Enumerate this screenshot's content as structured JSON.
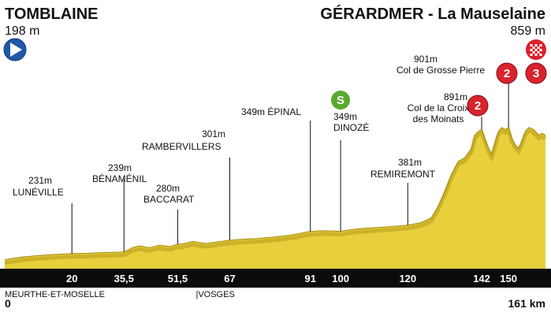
{
  "header": {
    "start_name": "TOMBLAINE",
    "start_alt": "198 m",
    "finish_name": "GÉRARDMER - La Mauselaine",
    "finish_alt": "859 m"
  },
  "colors": {
    "profile_fill": "#e8cf3c",
    "profile_dark": "#b59a17",
    "bar": "#0b0b0b",
    "start_badge": "#1f58a8",
    "climb_badge": "#d9232d",
    "sprint_badge": "#58a92d"
  },
  "icons": {
    "start": "play-icon",
    "finish": "checkered-flag-icon",
    "sprint": "sprint-s-icon",
    "climb": "climb-category-icon"
  },
  "chart_data": {
    "type": "area",
    "title": "",
    "xlabel": "",
    "ylabel": "",
    "unit": "km",
    "xlim": [
      0,
      161
    ],
    "ylim": [
      150,
      950
    ],
    "profile": [
      [
        0,
        198
      ],
      [
        5,
        212
      ],
      [
        10,
        220
      ],
      [
        15,
        226
      ],
      [
        20,
        231
      ],
      [
        25,
        232
      ],
      [
        30,
        236
      ],
      [
        35.5,
        239
      ],
      [
        38,
        262
      ],
      [
        40,
        272
      ],
      [
        43,
        262
      ],
      [
        46,
        275
      ],
      [
        49,
        268
      ],
      [
        51.5,
        280
      ],
      [
        53,
        282
      ],
      [
        56,
        295
      ],
      [
        60,
        284
      ],
      [
        63,
        292
      ],
      [
        67,
        301
      ],
      [
        70,
        306
      ],
      [
        75,
        310
      ],
      [
        80,
        318
      ],
      [
        85,
        328
      ],
      [
        88,
        338
      ],
      [
        91,
        349
      ],
      [
        95,
        352
      ],
      [
        100,
        349
      ],
      [
        105,
        362
      ],
      [
        110,
        368
      ],
      [
        115,
        374
      ],
      [
        120,
        381
      ],
      [
        124,
        395
      ],
      [
        127,
        420
      ],
      [
        129,
        480
      ],
      [
        131,
        560
      ],
      [
        133,
        650
      ],
      [
        135,
        720
      ],
      [
        137,
        740
      ],
      [
        139,
        790
      ],
      [
        140,
        860
      ],
      [
        141,
        880
      ],
      [
        142,
        891
      ],
      [
        143,
        840
      ],
      [
        144,
        790
      ],
      [
        145,
        760
      ],
      [
        146,
        820
      ],
      [
        147,
        880
      ],
      [
        148,
        900
      ],
      [
        149,
        890
      ],
      [
        150,
        901
      ],
      [
        151,
        840
      ],
      [
        152,
        810
      ],
      [
        153,
        790
      ],
      [
        154,
        830
      ],
      [
        155,
        880
      ],
      [
        156,
        900
      ],
      [
        157,
        895
      ],
      [
        158,
        880
      ],
      [
        159,
        860
      ],
      [
        160,
        870
      ],
      [
        161,
        859
      ]
    ],
    "km_marks": [
      20,
      35.5,
      51.5,
      67,
      91,
      100,
      120,
      142,
      150
    ],
    "km_labels": [
      "20",
      "35,5",
      "51,5",
      "67",
      "91",
      "100",
      "120",
      "142",
      "150"
    ],
    "waypoints": [
      {
        "km": 20,
        "alt": 231,
        "name": "LUNÉVILLE",
        "alt_label": "231m"
      },
      {
        "km": 35.5,
        "alt": 239,
        "name": "BÉNAMÉNIL",
        "alt_label": "239m"
      },
      {
        "km": 51.5,
        "alt": 280,
        "name": "BACCARAT",
        "alt_label": "280m"
      },
      {
        "km": 67,
        "alt": 301,
        "name": "RAMBERVILLERS",
        "alt_label": "301m"
      },
      {
        "km": 91,
        "alt": 349,
        "name": "ÉPINAL",
        "alt_label": "349m"
      },
      {
        "km": 100,
        "alt": 349,
        "name": "DINOZÉ",
        "alt_label": "349m"
      },
      {
        "km": 120,
        "alt": 381,
        "name": "REMIREMONT",
        "alt_label": "381m"
      },
      {
        "km": 142,
        "alt": 891,
        "name_lines": [
          "Col de la Croix",
          "des Moinats"
        ],
        "alt_label": "891m"
      },
      {
        "km": 150,
        "alt": 901,
        "name_lines": [
          "Col de Grosse Pierre"
        ],
        "alt_label": "901m"
      }
    ],
    "badges": [
      {
        "type": "sprint",
        "km": 100,
        "text": "S"
      },
      {
        "type": "climb",
        "km": 142,
        "text": "2"
      },
      {
        "type": "climb",
        "km": 150,
        "text": "2"
      },
      {
        "type": "climb",
        "km": 161,
        "text": "3"
      }
    ],
    "departments": [
      {
        "name": "MEURTHE-ET-MOSELLE",
        "km": 0
      },
      {
        "name": "|VOSGES",
        "km": 67
      }
    ],
    "bottom_labels": {
      "start": "0",
      "end": "161 km"
    }
  }
}
